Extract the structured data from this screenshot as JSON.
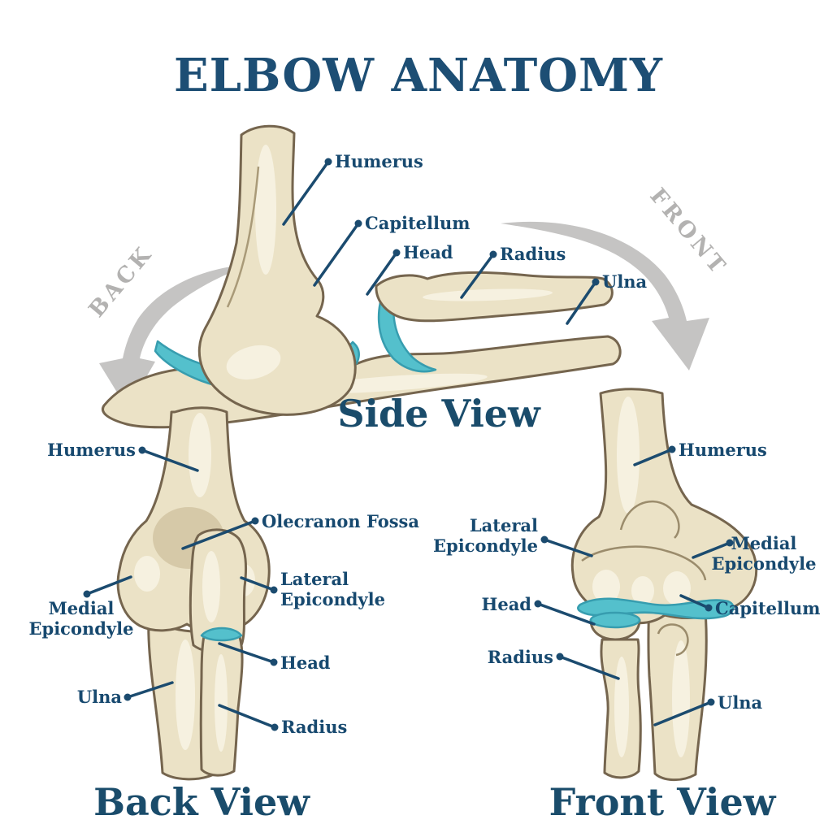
{
  "title": "ELBOW ANATOMY",
  "arrows": {
    "back": "BACK",
    "front": "FRONT"
  },
  "views": {
    "side": {
      "caption": "Side View",
      "labels": {
        "humerus": "Humerus",
        "capitellum": "Capitellum",
        "head": "Head",
        "radius": "Radius",
        "ulna": "Ulna"
      }
    },
    "back": {
      "caption": "Back View",
      "labels": {
        "humerus": "Humerus",
        "olecranon_fossa": "Olecranon Fossa",
        "lateral_epicondyle": "Lateral Epicondyle",
        "medial_epicondyle": "Medial Epicondyle",
        "head": "Head",
        "ulna": "Ulna",
        "radius": "Radius"
      }
    },
    "front": {
      "caption": "Front View",
      "labels": {
        "humerus": "Humerus",
        "lateral_epicondyle": "Lateral Epicondyle",
        "medial_epicondyle": "Medial Epicondyle",
        "capitellum": "Capitellum",
        "head": "Head",
        "radius": "Radius",
        "ulna": "Ulna"
      }
    }
  },
  "colors": {
    "label_text": "#17496f",
    "title_text": "#1d4e74",
    "arrow_gray": "#c5c4c3",
    "arrow_label_gray": "#b3b2b1",
    "bone_fill": "#ebe2c6",
    "bone_shadow": "#d6c9a8",
    "bone_highlight": "#f6f1e0",
    "bone_outline": "#75654e",
    "cartilage": "#54c0cc"
  }
}
